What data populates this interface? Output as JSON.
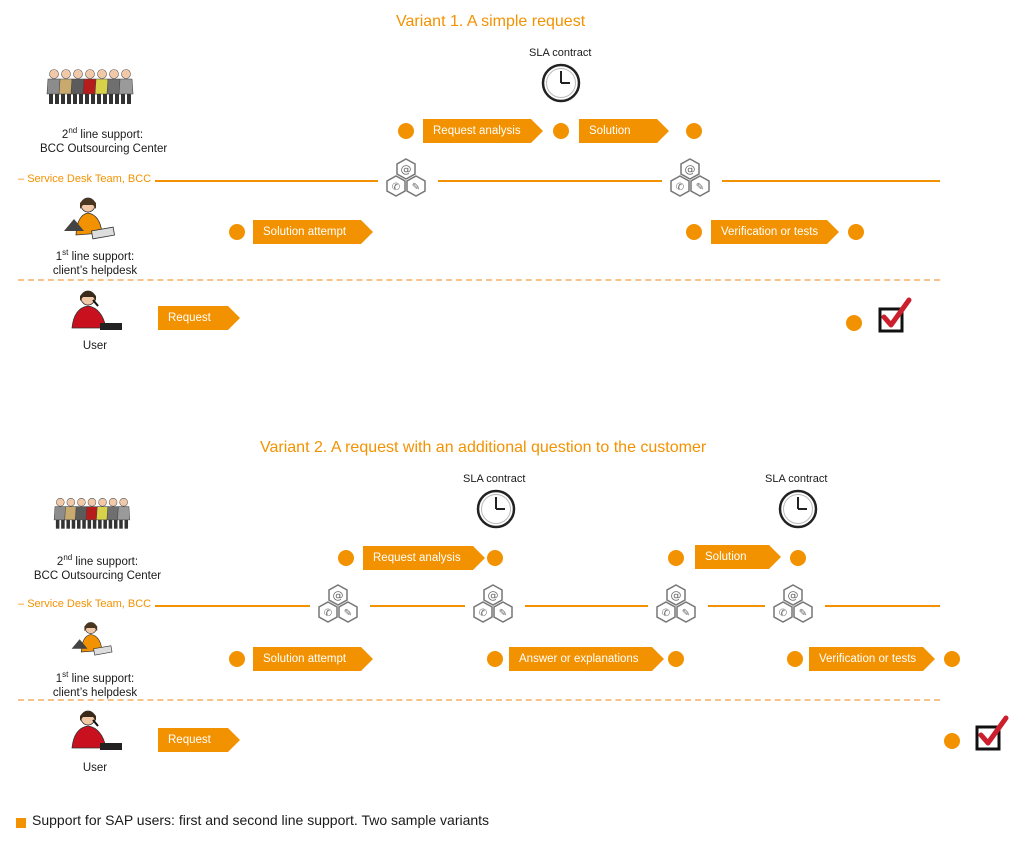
{
  "colors": {
    "accent": "#f39200",
    "check": "#cc1f2e",
    "dashed": "#f7c38a"
  },
  "variant1": {
    "title": "Variant 1. A simple request",
    "sla": "SLA contract",
    "second_line": [
      "2nd line support:",
      "BCC Outsourcing Center"
    ],
    "service_desk": "Service Desk Team, BCC",
    "first_line": [
      "1st line support:",
      "client’s helpdesk"
    ],
    "user": "User",
    "steps": {
      "request_analysis": "Request analysis",
      "solution": "Solution",
      "solution_attempt": "Solution attempt",
      "verification": "Verification or tests",
      "request": "Request"
    }
  },
  "variant2": {
    "title": "Variant 2. A request with an additional question to the customer",
    "sla": "SLA contract",
    "second_line": [
      "2nd line support:",
      "BCC Outsourcing Center"
    ],
    "service_desk": "Service Desk Team, BCC",
    "first_line": [
      "1st line support:",
      "client’s helpdesk"
    ],
    "user": "User",
    "steps": {
      "request_analysis": "Request analysis",
      "solution": "Solution",
      "solution_attempt": "Solution attempt",
      "answer": "Answer or explanations",
      "verification": "Verification or tests",
      "request": "Request"
    }
  },
  "caption": "Support for SAP users: first and second line support. Two sample variants",
  "icons": [
    "people-group-icon",
    "helpdesk-operator-icon",
    "user-phone-icon",
    "clock-icon",
    "service-channels-icon",
    "checkmark-box-icon"
  ]
}
